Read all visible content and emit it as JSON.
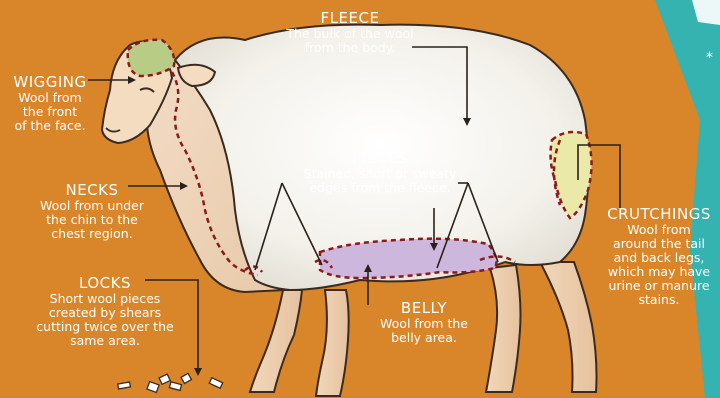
{
  "labels": {
    "fleece": {
      "title": "FLEECE",
      "desc": "The bulk of the wool\nfrom the body."
    },
    "wigging": {
      "title": "WIGGING",
      "desc": "Wool from\nthe front\nof the face."
    },
    "pieces": {
      "title": "PIECES",
      "desc": "Stained, short or sweaty\nedges from the fleece."
    },
    "necks": {
      "title": "NECKS",
      "desc": "Wool from under\nthe chin to the\nchest region."
    },
    "crutchings": {
      "title": "CRUTCHINGS",
      "desc": "Wool from\naround the tail\nand back legs,\nwhich may have\nurine or manure\nstains."
    },
    "locks": {
      "title": "LOCKS",
      "desc": "Short wool pieces\ncreated by shears\ncutting twice over the\nsame area."
    },
    "belly": {
      "title": "BELLY",
      "desc": "Wool from the\nbelly area."
    }
  },
  "colors": {
    "background": "#d9862a",
    "wool": "#f6f4ee",
    "outline": "#3b2a1f",
    "skin": "#f3dcc2",
    "dashed_region": "#8b1a1a",
    "wigging_fill": "#b9cc86",
    "belly_fill": "#cdb7dc",
    "crutch_fill": "#eae9a8",
    "teal_accent": "#34b3b1"
  }
}
